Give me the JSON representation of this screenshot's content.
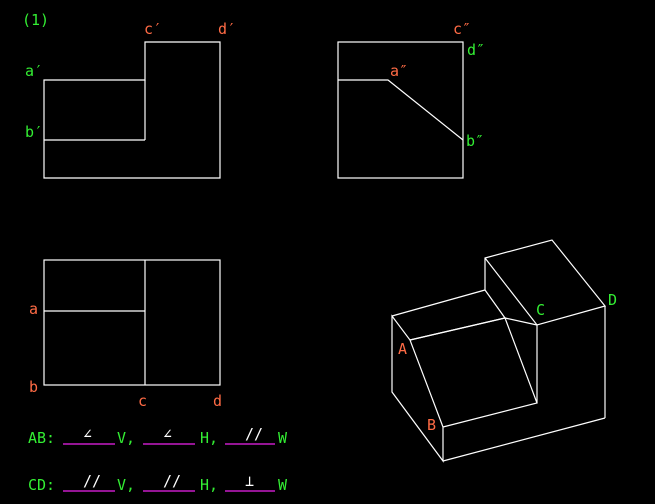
{
  "problem_number": "(1)",
  "front_view": {
    "label_c": "c′",
    "label_d": "d′",
    "label_a": "a′",
    "label_b": "b′"
  },
  "side_view": {
    "label_c": "c″",
    "label_d": "d″",
    "label_a": "a″",
    "label_b": "b″"
  },
  "top_view": {
    "label_a": "a",
    "label_b": "b",
    "label_c": "c",
    "label_d": "d"
  },
  "iso_view": {
    "label_A": "A",
    "label_B": "B",
    "label_C": "C",
    "label_D": "D"
  },
  "answers": {
    "ab_prefix": "AB:",
    "ab_ans1": "∠",
    "ab_plane1": "V,",
    "ab_ans2": "∠",
    "ab_plane2": "H,",
    "ab_ans3": "//",
    "ab_plane3": "W",
    "cd_prefix": "CD:",
    "cd_ans1": "//",
    "cd_plane1": "V,",
    "cd_ans2": "//",
    "cd_plane2": "H,",
    "cd_ans3": "⊥",
    "cd_plane3": "W"
  },
  "colors": {
    "lines": "#ffffff",
    "labels_orange": "#ff6b45",
    "labels_green": "#33ee33",
    "answer_lines": "#ee22ee"
  }
}
